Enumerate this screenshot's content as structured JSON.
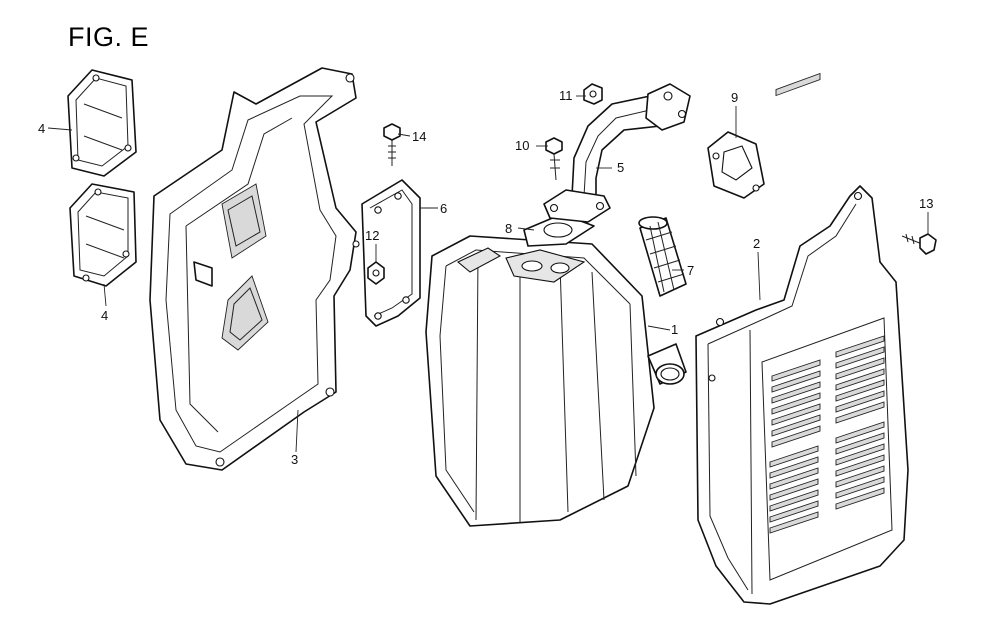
{
  "figure": {
    "title": "FIG. E"
  },
  "callouts": [
    {
      "id": "1",
      "text": "1"
    },
    {
      "id": "2",
      "text": "2"
    },
    {
      "id": "3",
      "text": "3"
    },
    {
      "id": "4a",
      "text": "4"
    },
    {
      "id": "4b",
      "text": "4"
    },
    {
      "id": "5",
      "text": "5"
    },
    {
      "id": "6",
      "text": "6"
    },
    {
      "id": "7",
      "text": "7"
    },
    {
      "id": "8",
      "text": "8"
    },
    {
      "id": "9",
      "text": "9"
    },
    {
      "id": "10",
      "text": "10"
    },
    {
      "id": "11",
      "text": "11"
    },
    {
      "id": "12",
      "text": "12"
    },
    {
      "id": "13",
      "text": "13"
    },
    {
      "id": "14",
      "text": "14"
    }
  ]
}
